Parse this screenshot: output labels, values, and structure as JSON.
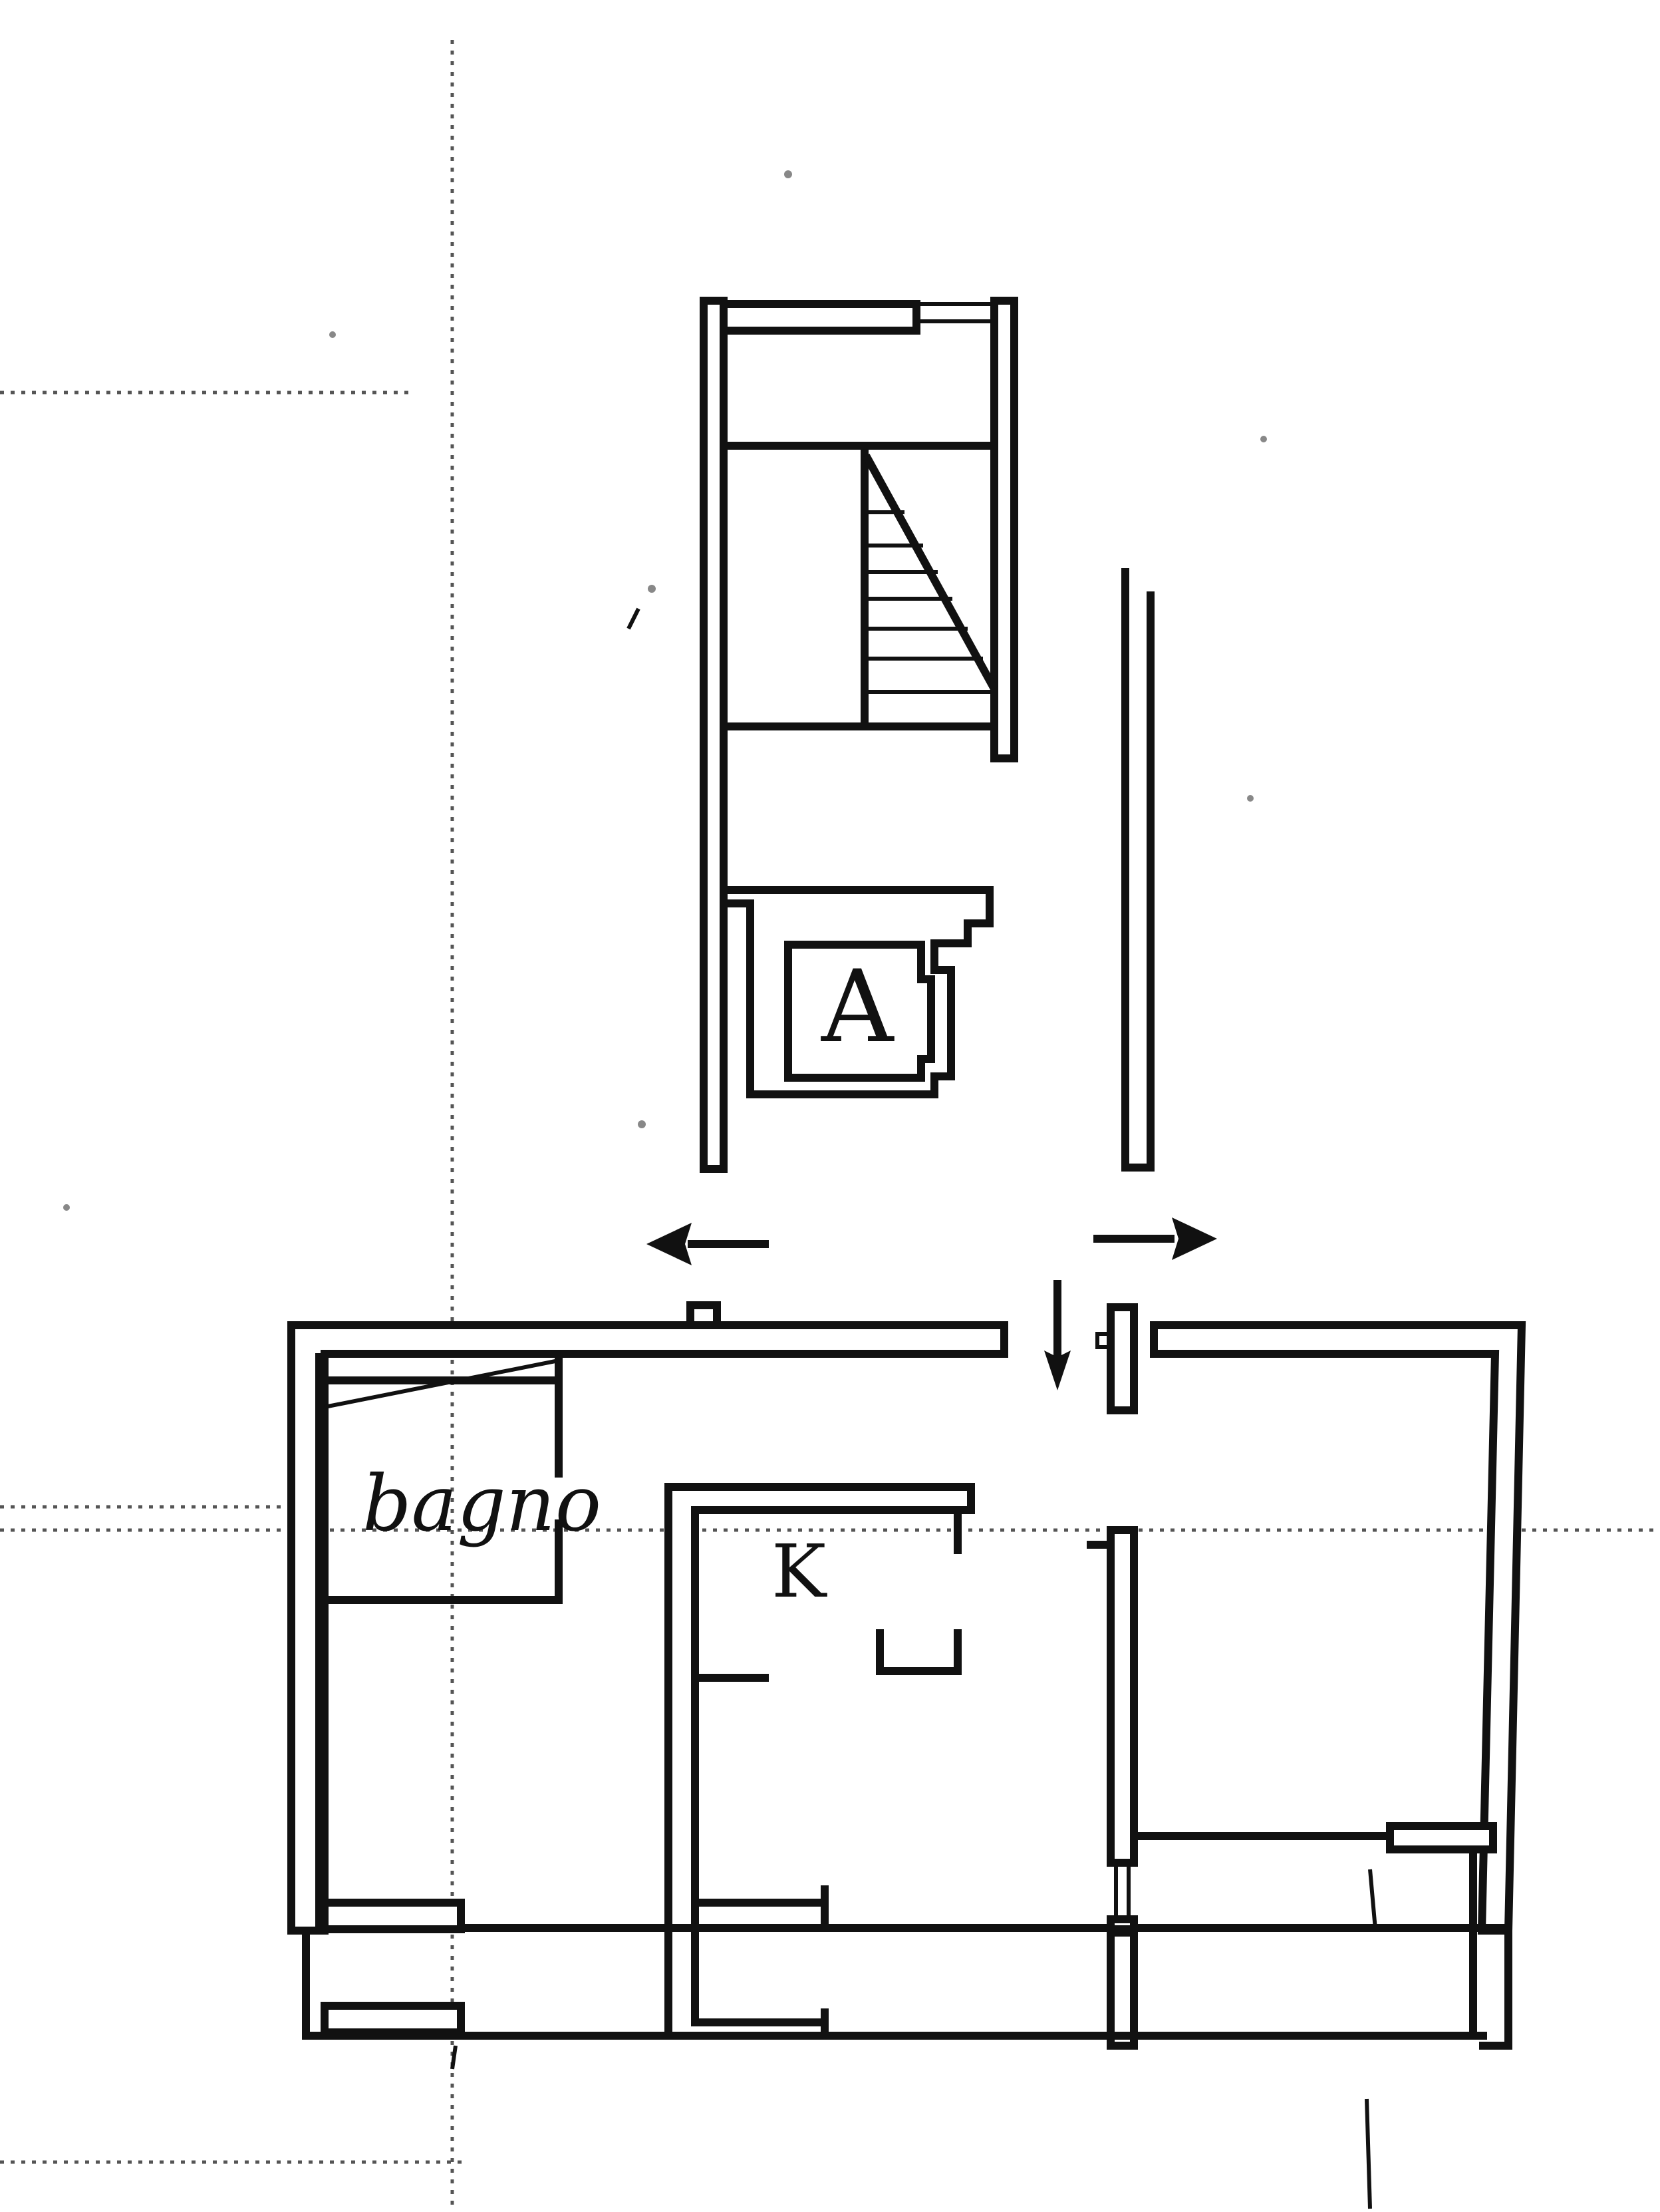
{
  "labels": {
    "room_a": "A",
    "room_k": "K",
    "room_bagno": "bagno"
  },
  "colors": {
    "ink": "#111111",
    "paper": "#ffffff"
  }
}
